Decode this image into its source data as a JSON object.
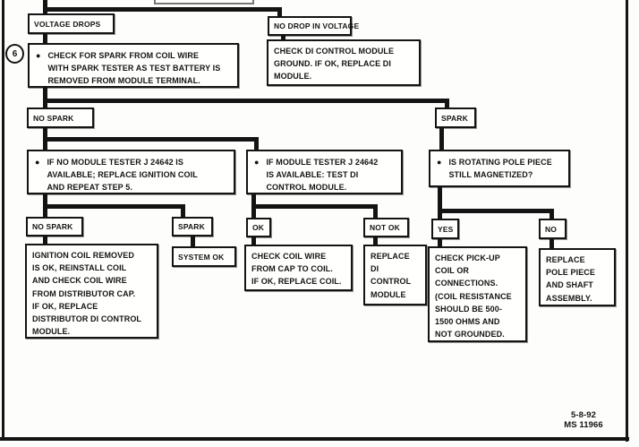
{
  "step_marker": "6",
  "bullet": "●",
  "footer": {
    "date": "5-8-92",
    "doc_code": "MS 11966"
  },
  "colors": {
    "ink": "#141414",
    "paper": "#fdfdfc"
  },
  "nodes": {
    "voltage_drops": "VOLTAGE DROPS",
    "no_drop_in_voltage": "NO DROP IN VOLTAGE",
    "check_spark": "CHECK FOR SPARK FROM COIL WIRE\nWITH SPARK TESTER AS TEST BATTERY IS\nREMOVED FROM MODULE TERMINAL.",
    "check_module_ground": "CHECK DI CONTROL MODULE\nGROUND.  IF OK, REPLACE DI\nMODULE.",
    "no_spark_1": "NO SPARK",
    "spark_1": "SPARK",
    "no_module_tester": "IF NO MODULE TESTER J 24642 IS\nAVAILABLE;  REPLACE IGNITION COIL\nAND REPEAT STEP 5.",
    "module_tester": "IF MODULE TESTER J 24642\nIS AVAILABLE: TEST DI\nCONTROL MODULE.",
    "rotating_pole": "IS ROTATING POLE PIECE\nSTILL MAGNETIZED?",
    "no_spark_2": "NO SPARK",
    "spark_2": "SPARK",
    "ok": "OK",
    "not_ok": "NOT OK",
    "yes": "YES",
    "no": "NO",
    "ignition_coil_removed": "IGNITION COIL REMOVED\nIS OK, REINSTALL COIL\nAND CHECK COIL WIRE\nFROM DISTRIBUTOR CAP.\nIF OK, REPLACE\nDISTRIBUTOR  DI CONTROL\nMODULE.",
    "system_ok": "SYSTEM OK",
    "check_coil_wire": "CHECK COIL WIRE\nFROM CAP TO COIL.\nIF OK, REPLACE COIL.",
    "replace_di_module": "REPLACE\nDI\nCONTROL\nMODULE",
    "check_pickup_coil": "CHECK PICK-UP\nCOIL OR\nCONNECTIONS.\n(COIL RESISTANCE\nSHOULD BE 500-\n1500 OHMS AND\nNOT GROUNDED.",
    "replace_pole_piece": "REPLACE\nPOLE PIECE\nAND SHAFT\nASSEMBLY."
  }
}
